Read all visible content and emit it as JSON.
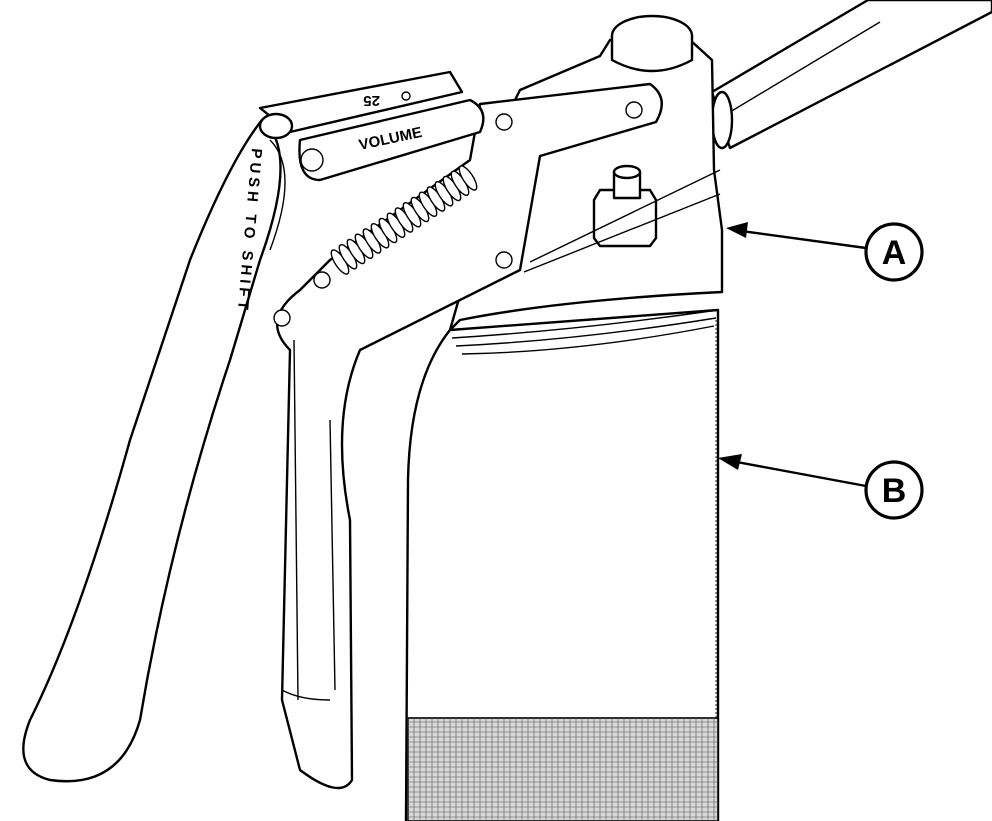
{
  "callouts": [
    {
      "label": "A"
    },
    {
      "label": "B"
    }
  ],
  "engraving": {
    "handle_text": "PUSH TO SHIFT",
    "lever_text": "VOLUME",
    "plate_number": "25"
  }
}
